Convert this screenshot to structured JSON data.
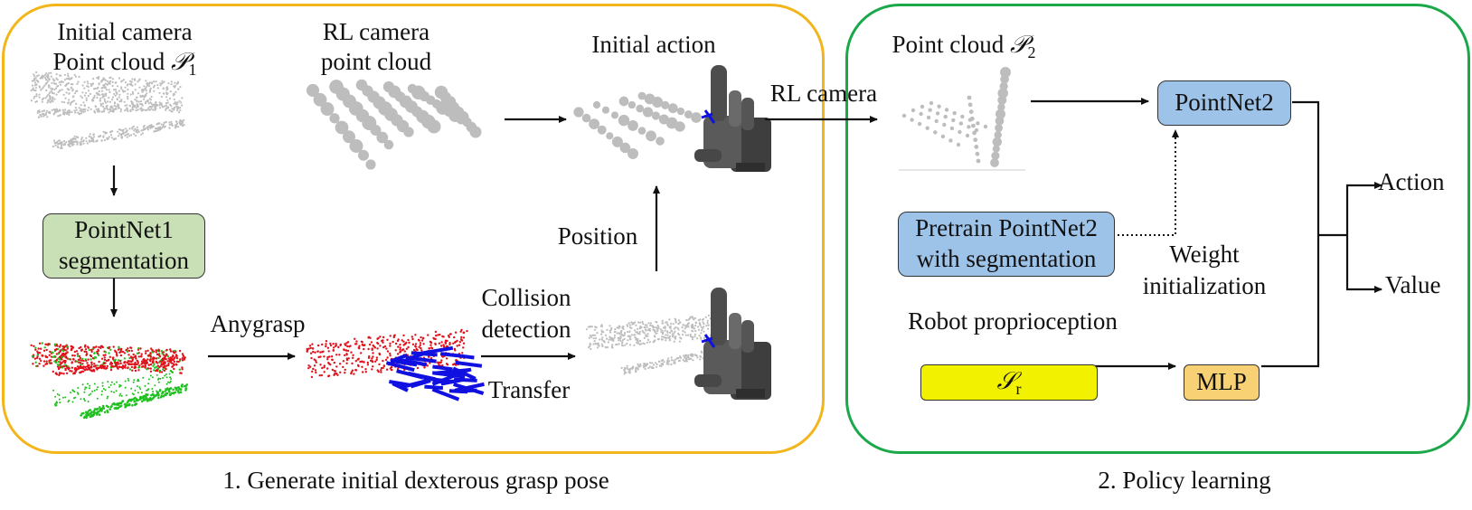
{
  "panel1": {
    "caption": "1. Generate initial dexterous grasp pose",
    "initial_camera_line1": "Initial camera",
    "initial_camera_line2_prefix": "Point cloud ",
    "initial_camera_symbol": "𝒫",
    "initial_camera_sub": "1",
    "rl_camera_line1": "RL camera",
    "rl_camera_line2": "point cloud",
    "initial_action": "Initial action",
    "pointnet1_line1": "PointNet1",
    "pointnet1_line2": "segmentation",
    "anygrasp": "Anygrasp",
    "collision_line1": "Collision",
    "collision_line2": "detection",
    "transfer": "Transfer",
    "position": "Position"
  },
  "bridge": {
    "rl_camera": "RL camera"
  },
  "panel2": {
    "caption": "2. Policy learning",
    "point_cloud_prefix": "Point cloud ",
    "point_cloud_symbol": "𝒫",
    "point_cloud_sub": "2",
    "pointnet2": "PointNet2",
    "pretrain_line1": "Pretrain PointNet2",
    "pretrain_line2": "with segmentation",
    "weight_line1": "Weight",
    "weight_line2": "initialization",
    "proprioception": "Robot proprioception",
    "sr_symbol": "𝒮",
    "sr_sub": "r",
    "mlp": "MLP",
    "action": "Action",
    "value": "Value"
  },
  "colors": {
    "panel1_border": "#F2B61C",
    "panel2_border": "#1AA84B",
    "pointnet1_fill": "#C9DFB6",
    "pointnet2_fill": "#9EC3E8",
    "sr_fill": "#F2F200",
    "mlp_fill": "#F7D173",
    "segment_red": "#E0121B",
    "segment_green": "#20C020",
    "grasp_blue": "#1010E0",
    "cloud_gray": "#BDBDBD",
    "hand_gray": "#4A4A4A"
  }
}
